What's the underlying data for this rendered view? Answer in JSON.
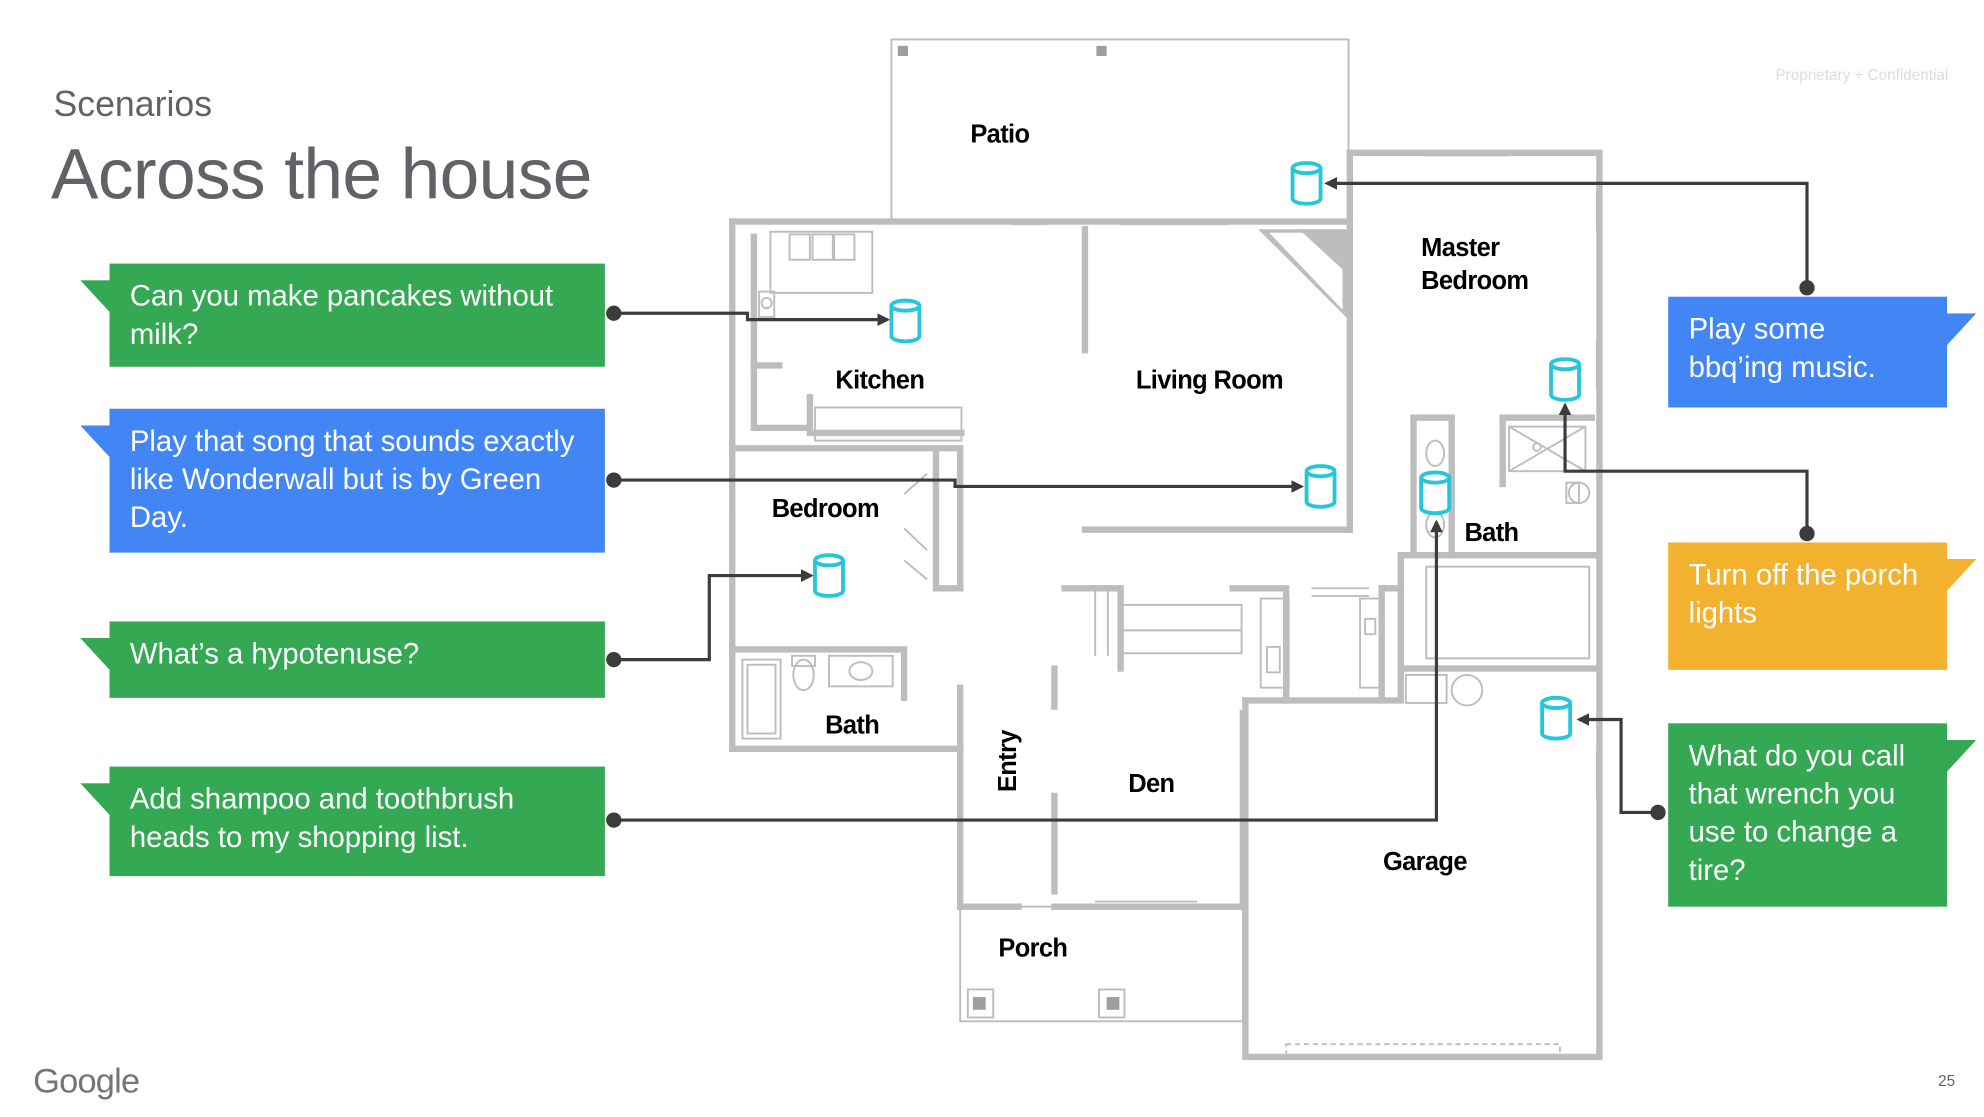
{
  "header": {
    "section": "Scenarios",
    "title": "Across the house",
    "confidential": "Proprietary + Confidential"
  },
  "footer": {
    "logo": "Google",
    "page_number": "25"
  },
  "rooms": {
    "patio": "Patio",
    "master_bedroom_1": "Master",
    "master_bedroom_2": "Bedroom",
    "kitchen": "Kitchen",
    "living_room": "Living Room",
    "bedroom": "Bedroom",
    "bath_master": "Bath",
    "bath_main": "Bath",
    "entry": "Entry",
    "den": "Den",
    "garage": "Garage",
    "porch": "Porch"
  },
  "scenarios": {
    "pancakes": "Can you make pancakes without milk?",
    "wonderwall": "Play that song that sounds exactly like Wonderwall but is by Green Day.",
    "hypotenuse": "What’s a hypotenuse?",
    "shopping": "Add shampoo and toothbrush heads to my shopping list.",
    "bbq": "Play some bbq’ing music.",
    "porch_lights": "Turn off the porch lights",
    "wrench": "What do you call that wrench you use to change a tire?"
  },
  "colors": {
    "green": "#34a853",
    "blue": "#4285f4",
    "yellow": "#f2b12e",
    "speaker": "#26c6da",
    "wall": "#bdbdbd",
    "connector": "#3c3c3c"
  },
  "icons": {
    "speaker": "speaker-icon"
  }
}
